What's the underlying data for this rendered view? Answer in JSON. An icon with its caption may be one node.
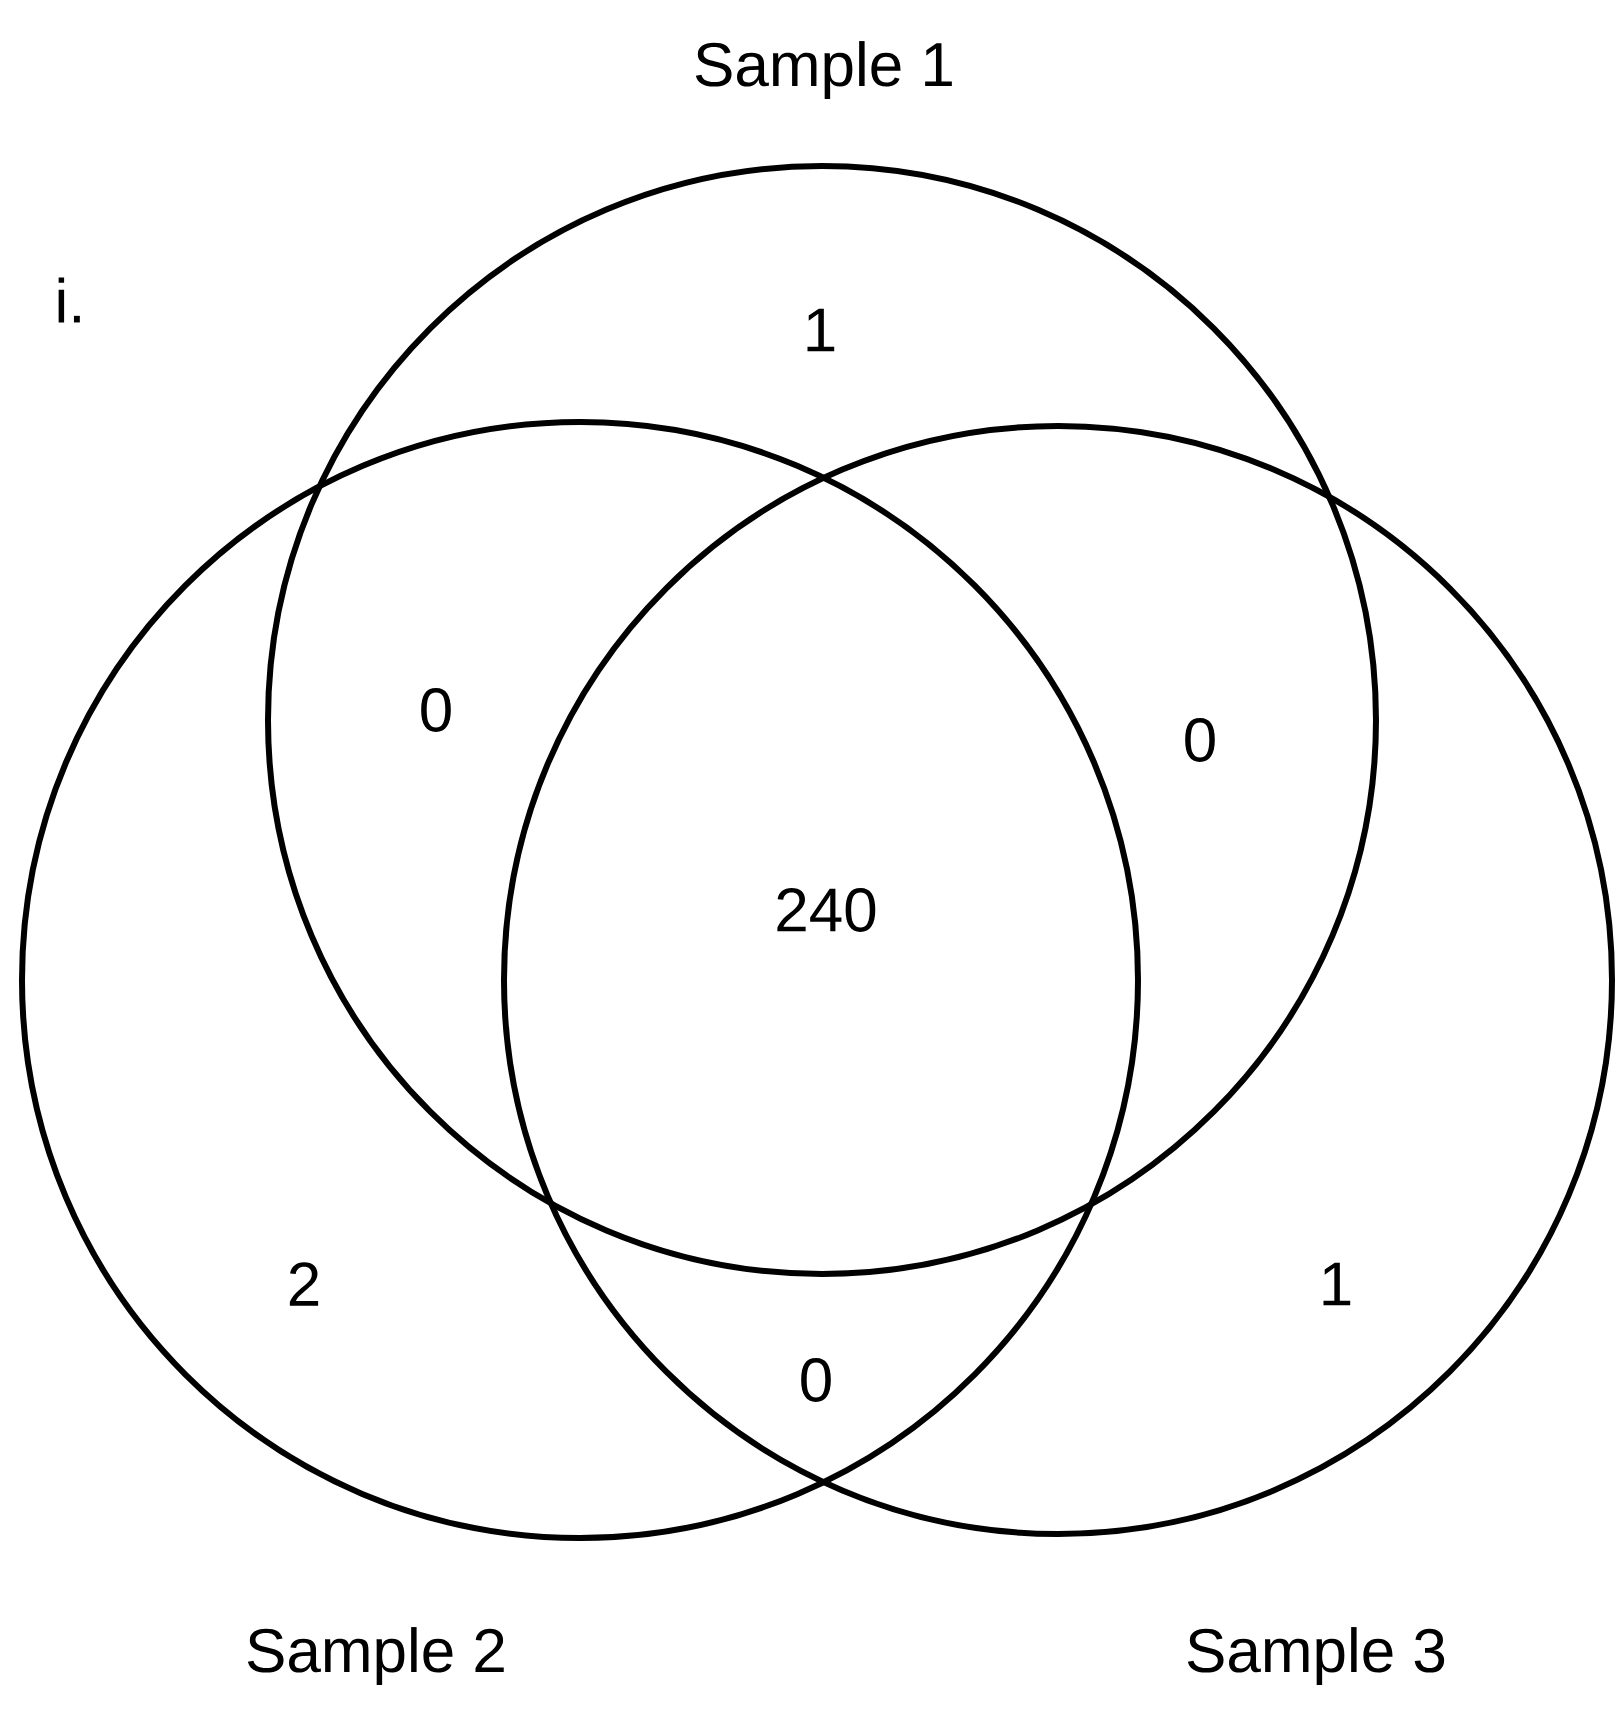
{
  "diagram": {
    "nodes": [
      {
        "text": [
          "Sample 1"
        ]
      },
      {
        "text": [
          "Sample 2"
        ]
      },
      {
        "text": [
          "Sample 3"
        ]
      }
    ],
    "labels": [
      "i.",
      "1",
      "0",
      "0",
      "240",
      "2",
      "1",
      "0"
    ]
  }
}
